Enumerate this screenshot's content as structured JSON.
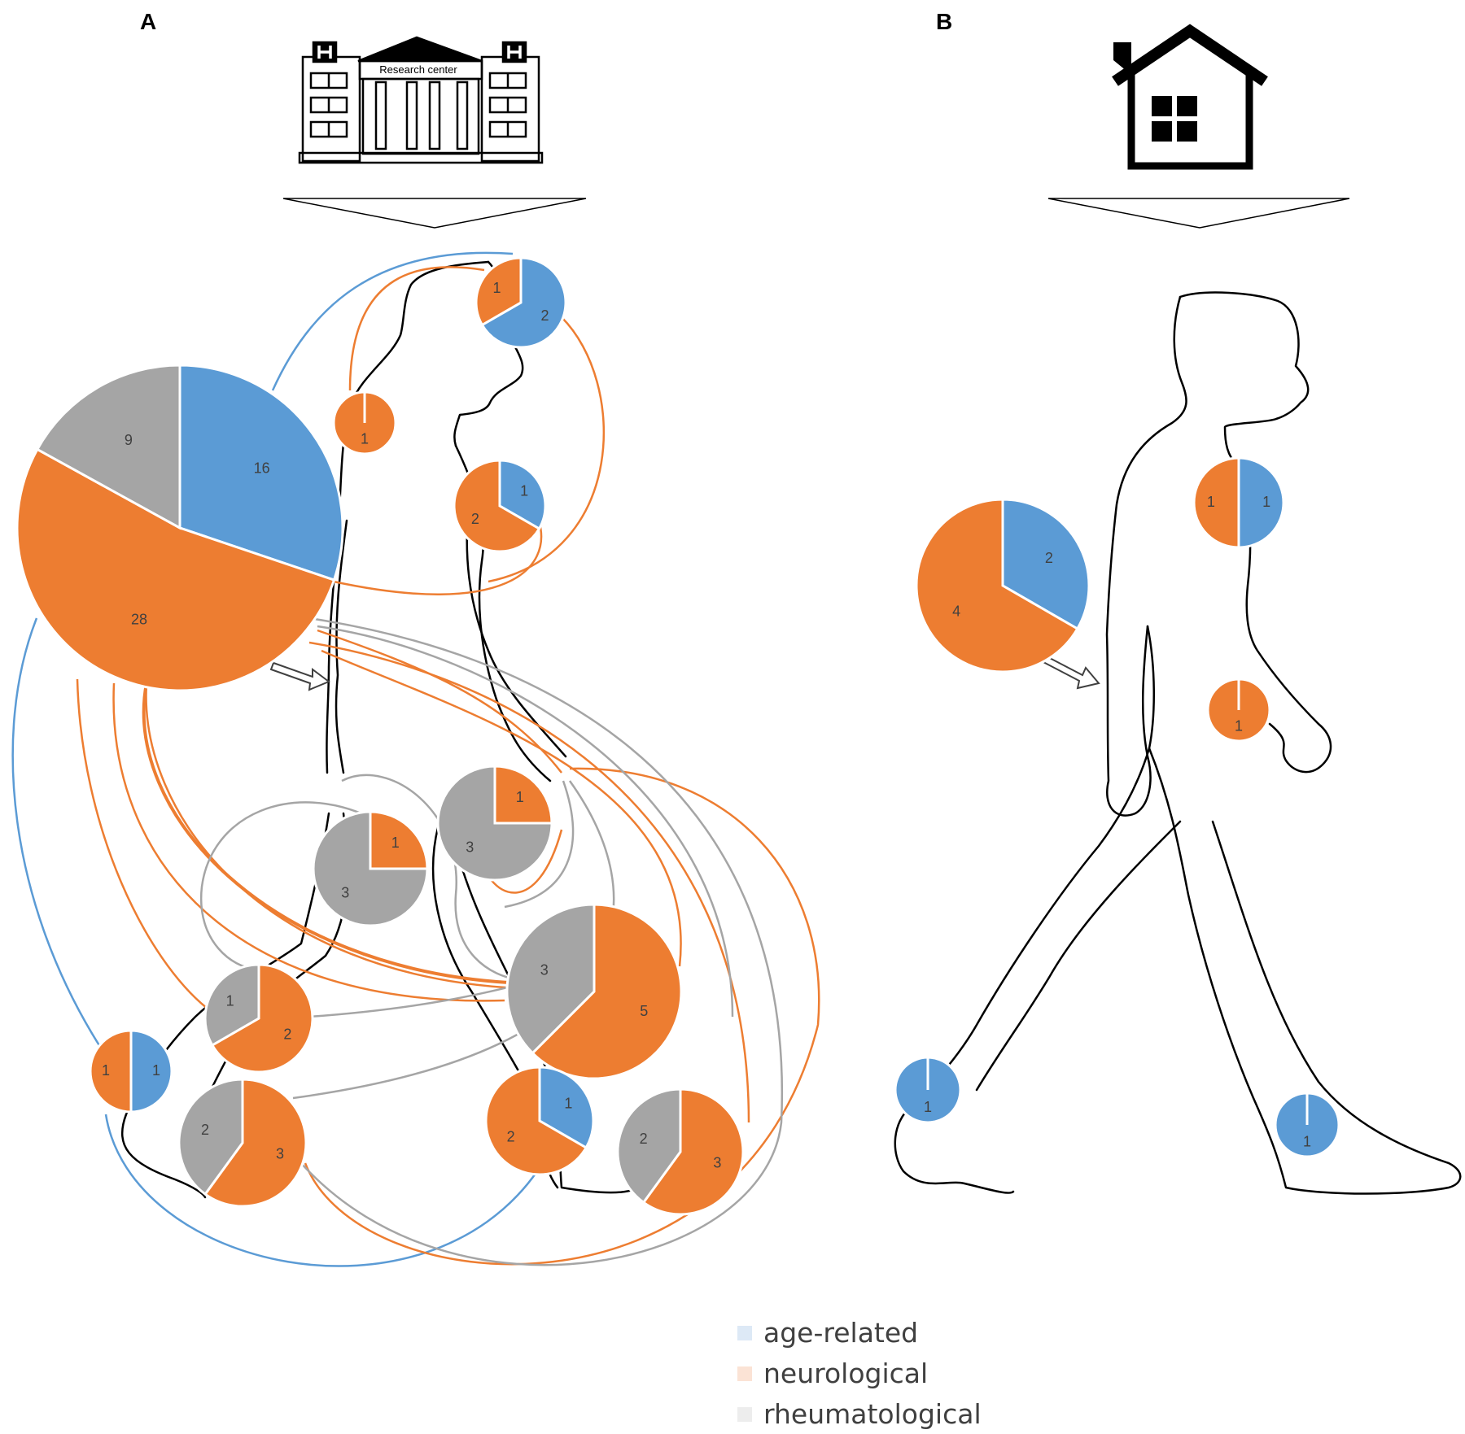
{
  "panels": {
    "a": {
      "letter": "A",
      "building_sign": "Research center",
      "building_icon": "hospital-research-center-icon"
    },
    "b": {
      "letter": "B",
      "building_icon": "house-icon"
    }
  },
  "colors": {
    "age-related": "#5b9bd5",
    "neurological": "#ed7d31",
    "rheumatological": "#a5a5a5"
  },
  "legend": [
    {
      "key": "age-related",
      "label": "age-related"
    },
    {
      "key": "neurological",
      "label": "neurological"
    },
    {
      "key": "rheumatological",
      "label": "rheumatological"
    }
  ],
  "pies": {
    "a": [
      {
        "id": "head",
        "location": "head",
        "slices": [
          {
            "cat": "age-related",
            "value": 2
          },
          {
            "cat": "neurological",
            "value": 1
          }
        ]
      },
      {
        "id": "neck",
        "location": "neck",
        "slices": [
          {
            "cat": "neurological",
            "value": 1
          }
        ]
      },
      {
        "id": "chest",
        "location": "chest",
        "slices": [
          {
            "cat": "age-related",
            "value": 1
          },
          {
            "cat": "neurological",
            "value": 2
          }
        ]
      },
      {
        "id": "trunk",
        "location": "trunk / whole body",
        "slices": [
          {
            "cat": "age-related",
            "value": 16
          },
          {
            "cat": "neurological",
            "value": 28
          },
          {
            "cat": "rheumatological",
            "value": 9
          }
        ]
      },
      {
        "id": "right-wrist",
        "location": "wrist",
        "slices": [
          {
            "cat": "neurological",
            "value": 1
          },
          {
            "cat": "rheumatological",
            "value": 3
          }
        ]
      },
      {
        "id": "left-thigh",
        "location": "thigh",
        "slices": [
          {
            "cat": "neurological",
            "value": 1
          },
          {
            "cat": "rheumatological",
            "value": 3
          }
        ]
      },
      {
        "id": "right-knee",
        "location": "knee",
        "slices": [
          {
            "cat": "neurological",
            "value": 5
          },
          {
            "cat": "rheumatological",
            "value": 3
          }
        ]
      },
      {
        "id": "left-knee",
        "location": "knee",
        "slices": [
          {
            "cat": "neurological",
            "value": 2
          },
          {
            "cat": "rheumatological",
            "value": 1
          }
        ]
      },
      {
        "id": "left-heel",
        "location": "heel",
        "slices": [
          {
            "cat": "age-related",
            "value": 1
          },
          {
            "cat": "neurological",
            "value": 1
          }
        ]
      },
      {
        "id": "left-ankle",
        "location": "ankle",
        "slices": [
          {
            "cat": "neurological",
            "value": 3
          },
          {
            "cat": "rheumatological",
            "value": 2
          }
        ]
      },
      {
        "id": "right-shin",
        "location": "shin",
        "slices": [
          {
            "cat": "age-related",
            "value": 1
          },
          {
            "cat": "neurological",
            "value": 2
          }
        ]
      },
      {
        "id": "right-foot",
        "location": "foot",
        "slices": [
          {
            "cat": "neurological",
            "value": 3
          },
          {
            "cat": "rheumatological",
            "value": 2
          }
        ]
      }
    ],
    "b": [
      {
        "id": "b-chest",
        "location": "chest",
        "slices": [
          {
            "cat": "age-related",
            "value": 1
          },
          {
            "cat": "neurological",
            "value": 1
          }
        ]
      },
      {
        "id": "b-trunk",
        "location": "trunk / whole body",
        "slices": [
          {
            "cat": "age-related",
            "value": 2
          },
          {
            "cat": "neurological",
            "value": 4
          }
        ]
      },
      {
        "id": "b-wrist",
        "location": "wrist",
        "slices": [
          {
            "cat": "neurological",
            "value": 1
          }
        ]
      },
      {
        "id": "b-left-ankle",
        "location": "ankle",
        "slices": [
          {
            "cat": "age-related",
            "value": 1
          }
        ]
      },
      {
        "id": "b-right-ankle",
        "location": "ankle",
        "slices": [
          {
            "cat": "age-related",
            "value": 1
          }
        ]
      }
    ]
  }
}
